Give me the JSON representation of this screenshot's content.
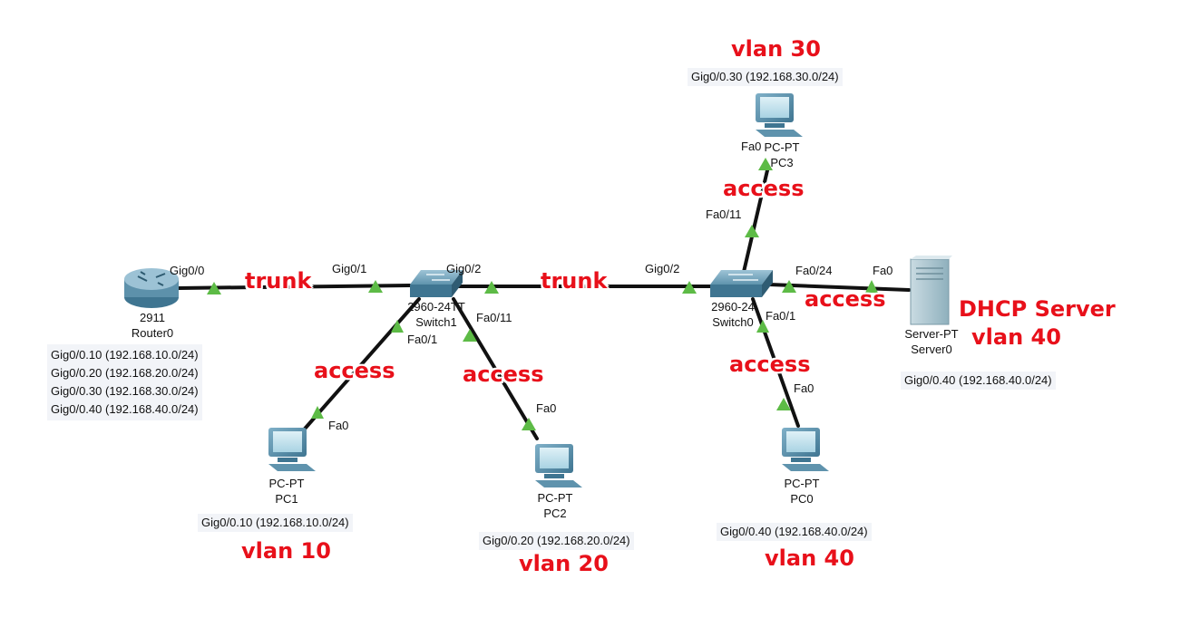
{
  "devices": {
    "router0": {
      "model": "2911",
      "name": "Router0"
    },
    "switch1": {
      "model": "2960-24TT",
      "name": "Switch1"
    },
    "switch0": {
      "model": "2960-24",
      "name": "Switch0"
    },
    "pc1": {
      "model": "PC-PT",
      "name": "PC1"
    },
    "pc2": {
      "model": "PC-PT",
      "name": "PC2"
    },
    "pc0": {
      "model": "PC-PT",
      "name": "PC0"
    },
    "pc3": {
      "model": "PC-PT",
      "name": "PC3"
    },
    "server0": {
      "model": "Server-PT",
      "name": "Server0"
    }
  },
  "ports": {
    "router_gig00": "Gig0/0",
    "sw1_gig01": "Gig0/1",
    "sw1_gig02": "Gig0/2",
    "sw1_fa01": "Fa0/1",
    "sw1_fa011": "Fa0/11",
    "sw0_gig02": "Gig0/2",
    "sw0_fa024": "Fa0/24",
    "sw0_fa01": "Fa0/1",
    "sw0_fa011": "Fa0/11",
    "pc1_fa0": "Fa0",
    "pc2_fa0": "Fa0",
    "pc0_fa0": "Fa0",
    "pc3_fa0": "Fa0",
    "server_fa0": "Fa0"
  },
  "ip_labels": {
    "router": [
      "Gig0/0.10 (192.168.10.0/24)",
      "Gig0/0.20 (192.168.20.0/24)",
      "Gig0/0.30 (192.168.30.0/24)",
      "Gig0/0.40 (192.168.40.0/24)"
    ],
    "pc1": "Gig0/0.10 (192.168.10.0/24)",
    "pc2": "Gig0/0.20 (192.168.20.0/24)",
    "pc0": "Gig0/0.40 (192.168.40.0/24)",
    "pc3": "Gig0/0.30 (192.168.30.0/24)",
    "server": "Gig0/0.40 (192.168.40.0/24)"
  },
  "annotations": {
    "trunk_router_sw1": "trunk",
    "trunk_sw1_sw0": "trunk",
    "access_pc1": "access",
    "access_pc2": "access",
    "access_pc0": "access",
    "access_pc3": "access",
    "access_server": "access",
    "vlan_pc1": "vlan 10",
    "vlan_pc2": "vlan 20",
    "vlan_pc0": "vlan 40",
    "vlan_pc3": "vlan 30",
    "server_role": "DHCP Server",
    "server_vlan": "vlan 40"
  },
  "colors": {
    "link": "#111111",
    "port_indicator": "#5dbb46",
    "annotation": "#e8101a",
    "device_blue": "#4f87a8"
  }
}
